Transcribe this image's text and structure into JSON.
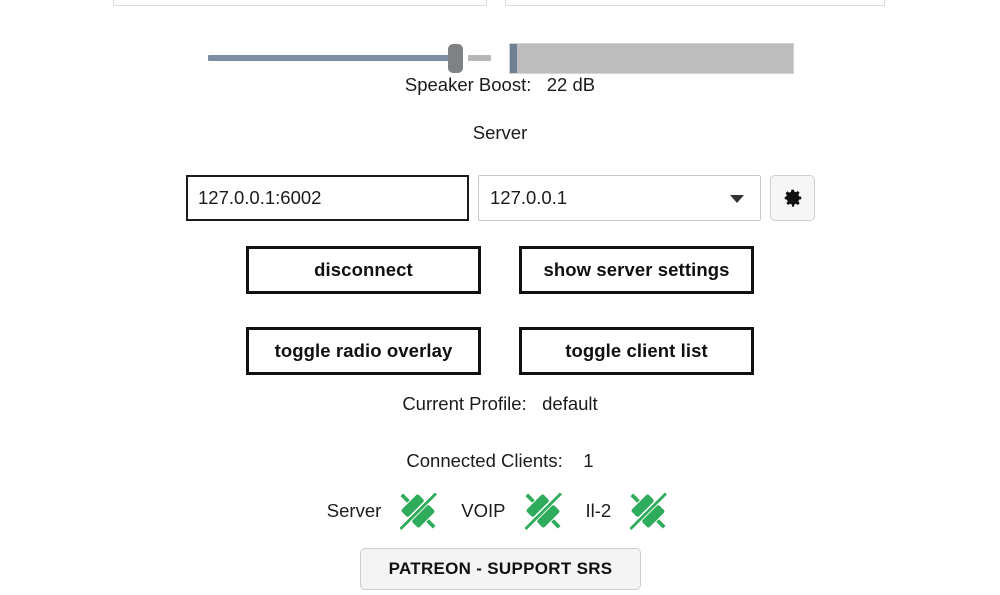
{
  "top_panels": {
    "left_panel_name": "clipped-panel-left",
    "right_panel_name": "clipped-panel-right"
  },
  "speaker_boost": {
    "caption": "Speaker Boost:   22 dB",
    "label": "Speaker Boost:",
    "value": "22 dB",
    "slider_fill_color": "#7b8ea3",
    "slider_thumb_color": "#7e8285",
    "vu_meter_color": "#bdbdbd",
    "vu_meter_level_color": "#6f8093"
  },
  "server": {
    "heading": "Server",
    "address_value": "127.0.0.1:6002",
    "address_placeholder": "127.0.0.1:5002",
    "selected_host": "127.0.0.1",
    "host_options": [
      "127.0.0.1"
    ],
    "gear_icon": "gear-icon"
  },
  "actions": {
    "disconnect": "disconnect",
    "show_server_settings": "show server settings",
    "toggle_radio_overlay": "toggle radio overlay",
    "toggle_client_list": "toggle client list"
  },
  "profile": {
    "caption": "Current Profile:   default",
    "label": "Current Profile:",
    "value": "default"
  },
  "clients": {
    "caption": "Connected Clients:    1",
    "label": "Connected Clients:",
    "value": "1"
  },
  "status": {
    "connected_color": "#2eab5b",
    "items": [
      {
        "label": "Server",
        "icon": "plug-connected-icon",
        "state": "connected"
      },
      {
        "label": "VOIP",
        "icon": "plug-connected-icon",
        "state": "connected"
      },
      {
        "label": "Il-2",
        "icon": "plug-connected-icon",
        "state": "connected"
      }
    ]
  },
  "patreon": {
    "label": "PATREON - SUPPORT SRS"
  }
}
